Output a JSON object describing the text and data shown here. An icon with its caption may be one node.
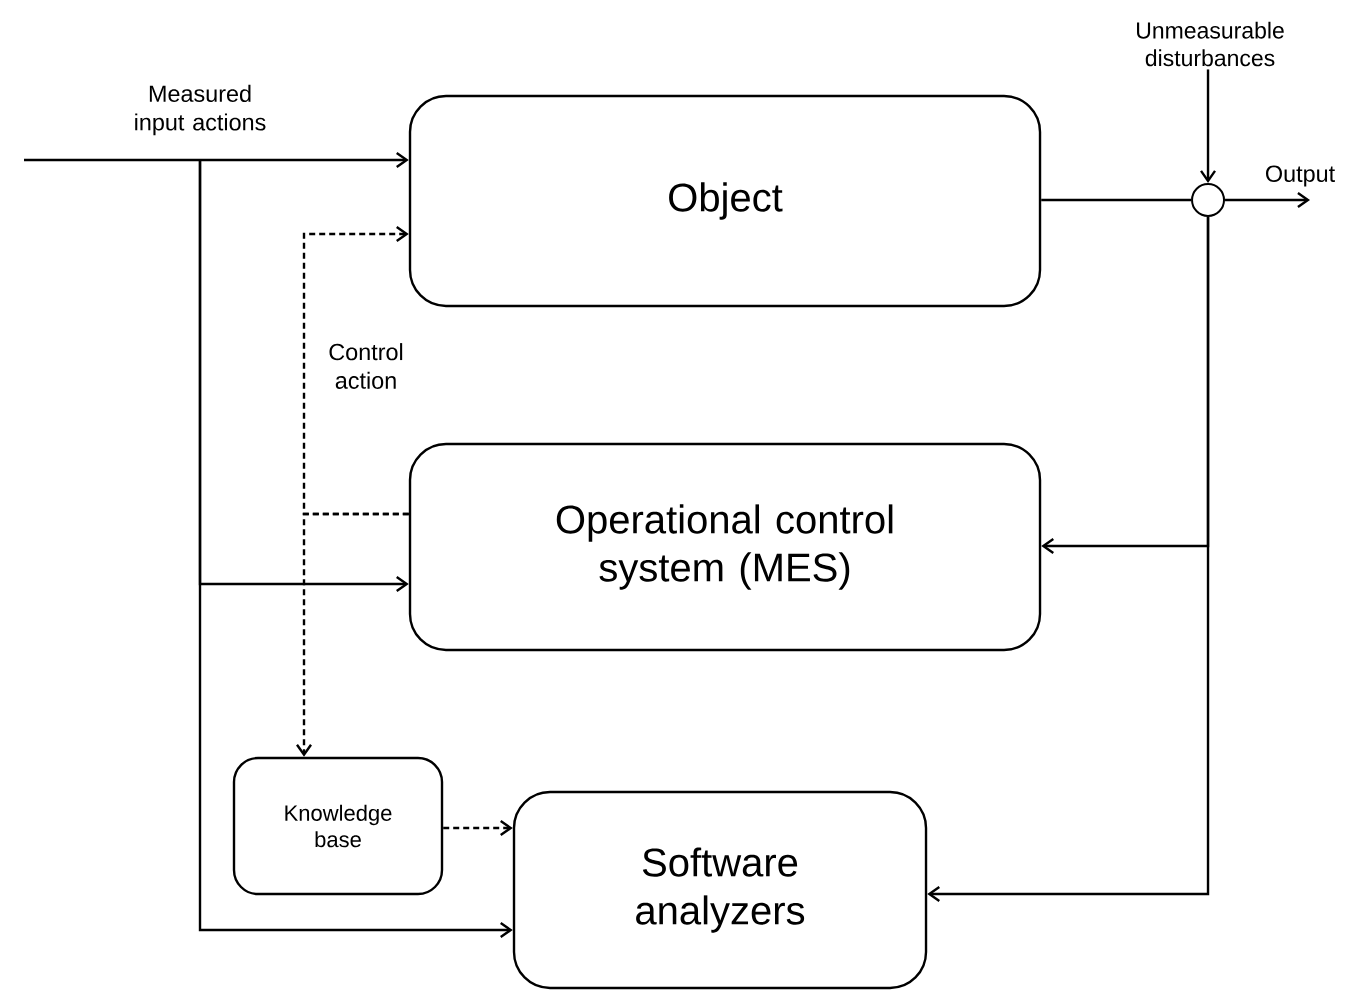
{
  "diagram": {
    "nodes": [
      {
        "text": [
          "Object"
        ]
      },
      {
        "text": [
          "Operational control system (MES)"
        ]
      },
      {
        "text": [
          "Knowledge base"
        ]
      },
      {
        "text": [
          "Software analyzers"
        ]
      },
      {
        "text": [],
        "shape": "circle"
      },
      {
        "text": [
          "Unmeasurable disturbances"
        ]
      }
    ],
    "edges": [
      {
        "from": null,
        "to": 0,
        "arrow": "to",
        "label": "Measured input actions"
      },
      {
        "from": null,
        "to": 1,
        "arrow": "to"
      },
      {
        "from": null,
        "to": 3,
        "arrow": "to"
      },
      {
        "from": 1,
        "to": 0,
        "arrow": "to",
        "style": "dashed",
        "label": "Control action"
      },
      {
        "from": 1,
        "to": 2,
        "arrow": "to",
        "style": "dashed"
      },
      {
        "from": 2,
        "to": 3,
        "arrow": "to",
        "style": "dashed"
      },
      {
        "from": 0,
        "to": 4,
        "arrow": "none"
      },
      {
        "from": 5,
        "to": 4,
        "arrow": "to"
      },
      {
        "from": 4,
        "to": null,
        "arrow": "to",
        "label": "Output"
      },
      {
        "from": 4,
        "to": 1,
        "arrow": "to"
      },
      {
        "from": 4,
        "to": 3,
        "arrow": "to"
      }
    ]
  }
}
